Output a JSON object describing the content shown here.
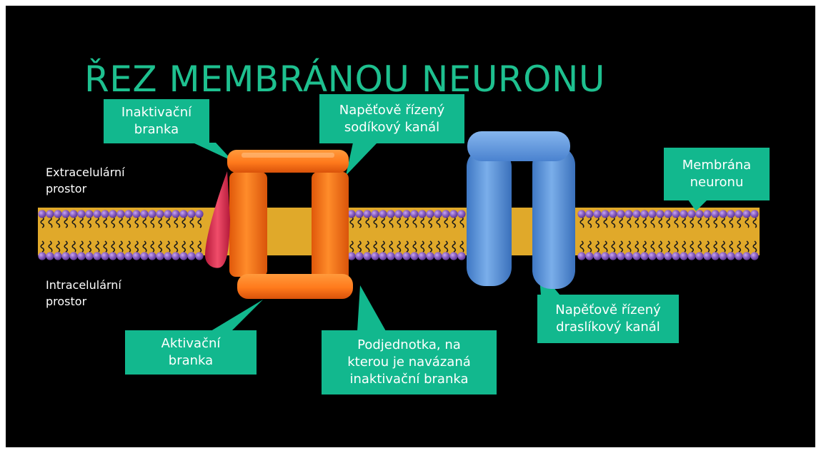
{
  "title": "ŘEZ MEMBRÁNOU NEURONU",
  "labels": {
    "extracellular": "Extracelulární\nprostor",
    "intracellular": "Intracelulární\nprostor"
  },
  "callouts": {
    "inactivation_gate": "Inaktivační\nbranka",
    "sodium_channel": "Napěťově řízený\nsodíkový kanál",
    "membrane": "Membrána\nneuronu",
    "activation_gate": "Aktivační\nbranka",
    "subunit": "Podjednotka, na\nkterou je navázaná\ninaktivační branka",
    "potassium_channel": "Napěťově řízený\ndraslíkový kanál"
  },
  "colors": {
    "background": "#000000",
    "title": "#1ec08f",
    "callout": "#12b88e",
    "membrane": "#e0a92a",
    "lipid_head": "#8c62c4",
    "sodium_channel": "#ff7a1c",
    "potassium_channel": "#5b93dc",
    "inactivation_gate": "#d92a4e"
  }
}
